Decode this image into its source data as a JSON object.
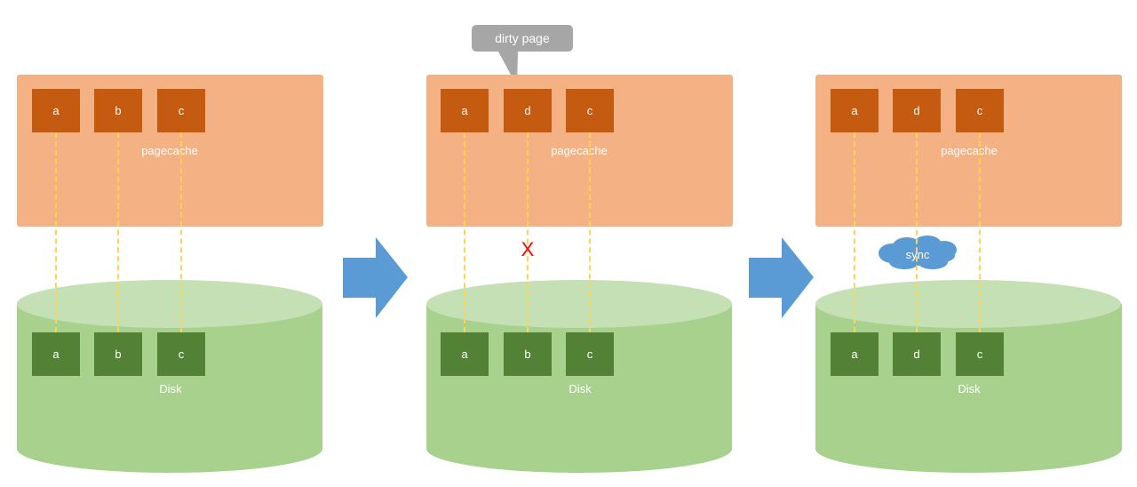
{
  "colors": {
    "cache": "#f4b183",
    "cache_block": "#c55a11",
    "disk_body": "#a9d18e",
    "disk_top": "#c5e0b4",
    "disk_block": "#538135",
    "link": "#ffd54f",
    "arrow": "#5b9bd5",
    "callout": "#a6a6a6",
    "broken_mark": "#ff0000"
  },
  "panels": [
    {
      "cache_label": "pagecache",
      "disk_label": "Disk",
      "cache_blocks": [
        "a",
        "b",
        "c"
      ],
      "disk_blocks": [
        "a",
        "b",
        "c"
      ]
    },
    {
      "cache_label": "pagecache",
      "disk_label": "Disk",
      "cache_blocks": [
        "a",
        "d",
        "c"
      ],
      "disk_blocks": [
        "a",
        "b",
        "c"
      ]
    },
    {
      "cache_label": "pagecache",
      "disk_label": "Disk",
      "cache_blocks": [
        "a",
        "d",
        "c"
      ],
      "disk_blocks": [
        "a",
        "d",
        "c"
      ]
    }
  ],
  "callout": {
    "text": "dirty page",
    "icon": "speech-bubble-callout"
  },
  "broken_link": {
    "text": "X",
    "icon": "cross-mark-icon"
  },
  "sync_cloud": {
    "text": "sync",
    "icon": "cloud-icon"
  },
  "arrows": [
    {
      "icon": "right-arrow-icon"
    },
    {
      "icon": "right-arrow-icon"
    }
  ]
}
